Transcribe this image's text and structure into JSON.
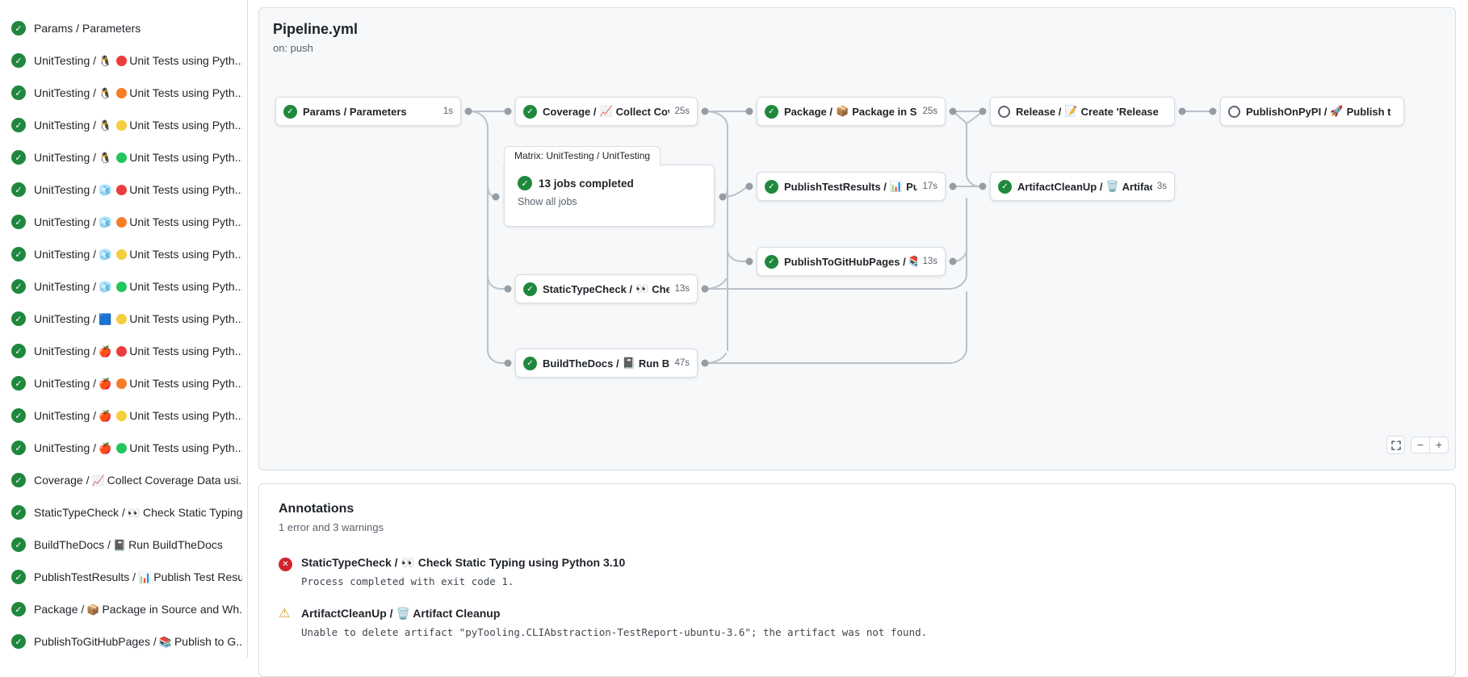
{
  "icons": {
    "success": "✓",
    "error": "✕",
    "warning": "⚠",
    "zoom_in": "+",
    "zoom_out": "−"
  },
  "colors": {
    "success": "#1f883d",
    "error": "#d1242f",
    "warning": "#d29922"
  },
  "sidebar": {
    "items": [
      {
        "prefix": "Params / Parameters",
        "emoji": "",
        "suffix": ""
      },
      {
        "prefix": "UnitTesting /",
        "emoji": "🐧",
        "dot": "#ee3b3b",
        "suffix": "Unit Tests using Pyth..."
      },
      {
        "prefix": "UnitTesting /",
        "emoji": "🐧",
        "dot": "#f67e28",
        "suffix": "Unit Tests using Pyth..."
      },
      {
        "prefix": "UnitTesting /",
        "emoji": "🐧",
        "dot": "#f5ce3e",
        "suffix": "Unit Tests using Pyth..."
      },
      {
        "prefix": "UnitTesting /",
        "emoji": "🐧",
        "dot": "#23c55e",
        "suffix": "Unit Tests using Pyth..."
      },
      {
        "prefix": "UnitTesting /",
        "emoji": "🧊",
        "dot": "#ee3b3b",
        "suffix": "Unit Tests using Pyth..."
      },
      {
        "prefix": "UnitTesting /",
        "emoji": "🧊",
        "dot": "#f67e28",
        "suffix": "Unit Tests using Pyth..."
      },
      {
        "prefix": "UnitTesting /",
        "emoji": "🧊",
        "dot": "#f5ce3e",
        "suffix": "Unit Tests using Pyth..."
      },
      {
        "prefix": "UnitTesting /",
        "emoji": "🧊",
        "dot": "#23c55e",
        "suffix": "Unit Tests using Pyth..."
      },
      {
        "prefix": "UnitTesting /",
        "emoji": "🟦",
        "dot": "#f5ce3e",
        "suffix": "Unit Tests using Pyth..."
      },
      {
        "prefix": "UnitTesting /",
        "emoji": "🍎",
        "dot": "#ee3b3b",
        "suffix": "Unit Tests using Pyth..."
      },
      {
        "prefix": "UnitTesting /",
        "emoji": "🍎",
        "dot": "#f67e28",
        "suffix": "Unit Tests using Pyth..."
      },
      {
        "prefix": "UnitTesting /",
        "emoji": "🍎",
        "dot": "#f5ce3e",
        "suffix": "Unit Tests using Pyth..."
      },
      {
        "prefix": "UnitTesting /",
        "emoji": "🍎",
        "dot": "#23c55e",
        "suffix": "Unit Tests using Pyth..."
      },
      {
        "prefix": "Coverage /",
        "emoji": "📈",
        "suffix": "Collect Coverage Data usi..."
      },
      {
        "prefix": "StaticTypeCheck /",
        "emoji": "👀",
        "suffix": "Check Static Typing..."
      },
      {
        "prefix": "BuildTheDocs /",
        "emoji": "📓",
        "suffix": "Run BuildTheDocs"
      },
      {
        "prefix": "PublishTestResults /",
        "emoji": "📊",
        "suffix": "Publish Test Resu..."
      },
      {
        "prefix": "Package /",
        "emoji": "📦",
        "suffix": "Package in Source and Wh..."
      },
      {
        "prefix": "PublishToGitHubPages /",
        "emoji": "📚",
        "suffix": "Publish to G..."
      }
    ]
  },
  "graph": {
    "title": "Pipeline.yml",
    "trigger": "on: push",
    "matrix": {
      "tab": "Matrix: UnitTesting / UnitTesting",
      "summary": "13 jobs completed",
      "link": "Show all jobs"
    },
    "nodes": {
      "params": {
        "label": "Params / Parameters",
        "emoji": "",
        "label2": "",
        "duration": "1s"
      },
      "coverage": {
        "label": "Coverage /",
        "emoji": "📈",
        "label2": "Collect Cove...",
        "duration": "25s"
      },
      "package": {
        "label": "Package /",
        "emoji": "📦",
        "label2": "Package in So...",
        "duration": "25s"
      },
      "release": {
        "label": "Release /",
        "emoji": "📝",
        "label2": "Create 'Release P..."
      },
      "publishOnPyPI": {
        "label": "PublishOnPyPI /",
        "emoji": "🚀",
        "label2": "Publish to ..."
      },
      "publishTestResults": {
        "label": "PublishTestResults /",
        "emoji": "📊",
        "label2": "Pu...",
        "duration": "17s"
      },
      "artifactCleanUp": {
        "label": "ArtifactCleanUp /",
        "emoji": "🗑️",
        "label2": "Artifac...",
        "duration": "3s"
      },
      "publishToGitHubPages": {
        "label": "PublishToGitHubPages /",
        "emoji": "📚",
        "label2": "...",
        "duration": "13s"
      },
      "staticTypeCheck": {
        "label": "StaticTypeCheck /",
        "emoji": "👀",
        "label2": "Chec...",
        "duration": "13s"
      },
      "buildTheDocs": {
        "label": "BuildTheDocs /",
        "emoji": "📓",
        "label2": "Run Buil...",
        "duration": "47s"
      }
    }
  },
  "annotations": {
    "title": "Annotations",
    "summary": "1 error and 3 warnings",
    "items": [
      {
        "type": "error",
        "title": "StaticTypeCheck / 👀 Check Static Typing using Python 3.10",
        "detail": "Process completed with exit code 1."
      },
      {
        "type": "warning",
        "title": "ArtifactCleanUp / 🗑️ Artifact Cleanup",
        "detail": "Unable to delete artifact \"pyTooling.CLIAbstraction-TestReport-ubuntu-3.6\"; the artifact was not found."
      }
    ]
  }
}
